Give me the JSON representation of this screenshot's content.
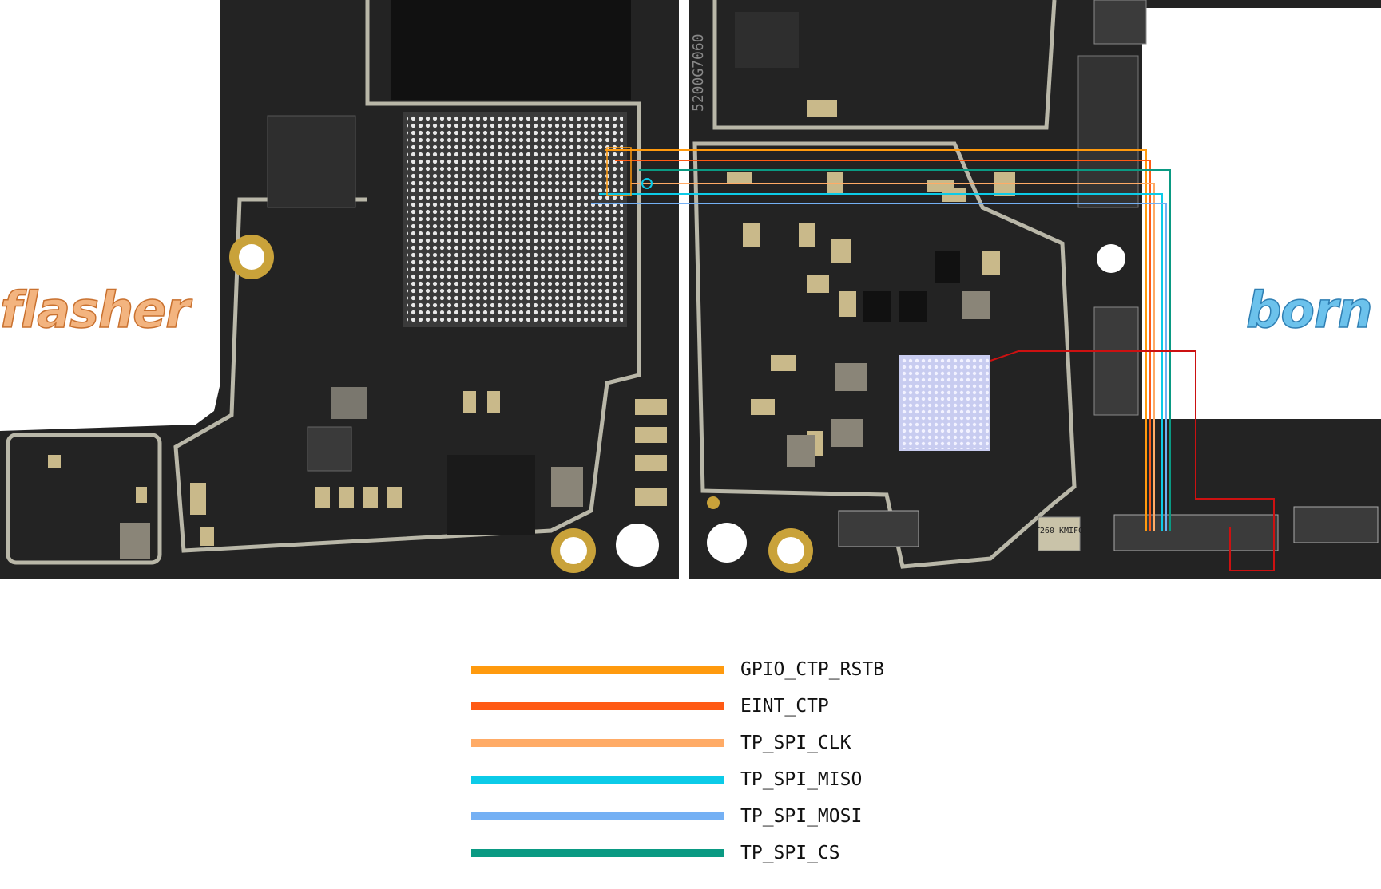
{
  "watermark": {
    "left_text": "flasher",
    "right_text": "born"
  },
  "board": {
    "silkscreen_code": "5200G7060",
    "chip_marking": "T260 KMIFO"
  },
  "legend": {
    "items": [
      {
        "label": "GPIO_CTP_RSTB",
        "color": "#ff9a0e"
      },
      {
        "label": "EINT_CTP",
        "color": "#ff5a14"
      },
      {
        "label": "TP_SPI_CLK",
        "color": "#ffab66"
      },
      {
        "label": "TP_SPI_MISO",
        "color": "#0ccbe8"
      },
      {
        "label": "TP_SPI_MOSI",
        "color": "#74b0f4"
      },
      {
        "label": "TP_SPI_CS",
        "color": "#0a9a83"
      }
    ]
  },
  "colors": {
    "pcb": "#1f1f1f",
    "shield": "#b9b7a8",
    "gold": "#c9a23a",
    "red_trace": "#cc1111"
  }
}
